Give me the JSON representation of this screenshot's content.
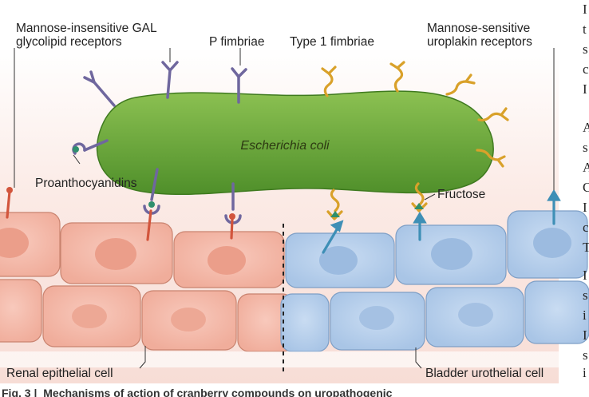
{
  "labels": {
    "mannose_insensitive": [
      "Mannose-insensitive GAL",
      "glycolipid receptors"
    ],
    "p_fimbriae": "P fimbriae",
    "type1_fimbriae": "Type 1 fimbriae",
    "mannose_sensitive": [
      "Mannose-sensitive",
      "uroplakin receptors"
    ],
    "organism": "Escherichia coli",
    "proanthocyanidins": "Proanthocyanidins",
    "fructose": "Fructose",
    "renal_cell": "Renal epithelial cell",
    "bladder_cell": "Bladder urothelial cell"
  },
  "caption": {
    "prefix": "Fig. 3 |",
    "text": "Mechanisms of action of cranberry compounds on uropathogenic"
  },
  "edge_letters": [
    "I",
    "t",
    "s",
    "c",
    "I",
    "A",
    "s",
    "A",
    "C",
    "I",
    "c",
    "T",
    "I",
    "s",
    "i",
    "I",
    "s",
    "i"
  ],
  "colors": {
    "bacterium": "#6aa535",
    "p_fimbria": "#7a72a8",
    "type1_fimbria": "#e0a92a",
    "renal_cell": "#f2b6a6",
    "bladder_cell": "#b5cdea",
    "receptor_red": "#d2553c",
    "receptor_blue": "#3e8fb6",
    "background_band": "#fbe9e4"
  }
}
